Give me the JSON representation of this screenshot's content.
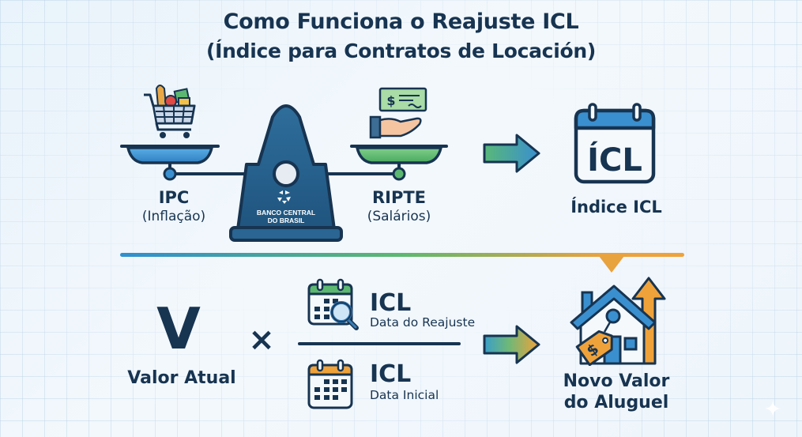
{
  "title": {
    "line1": "Como Funciona o Reajuste ICL",
    "line2": "(Índice para Contratos de Locación)"
  },
  "scale": {
    "left": {
      "label": "IPC",
      "sublabel": "(Inflação)",
      "icon": "shopping-cart-icon"
    },
    "right": {
      "label": "RIPTE",
      "sublabel": "(Salários)",
      "icon": "hand-money-icon"
    },
    "base": {
      "line1": "BANCO CENTRAL",
      "line2": "DO BRASIL",
      "icon": "bank-logo-icon"
    }
  },
  "result_top": {
    "calendar_text": "ÍCL",
    "label": "Índice ICL"
  },
  "formula": {
    "variable": "V",
    "variable_label": "Valor Atual",
    "operator": "×",
    "numerator": {
      "title": "ICL",
      "subtitle": "Data do Reajuste"
    },
    "denominator": {
      "title": "ICL",
      "subtitle": "Data Inicial"
    }
  },
  "result_bottom": {
    "label_line1": "Novo Valor",
    "label_line2": "do Aluguel",
    "tag_symbol": "$"
  },
  "colors": {
    "navy": "#173451",
    "blue": "#3a8fcf",
    "green": "#5cb870",
    "orange": "#f0a23a"
  }
}
